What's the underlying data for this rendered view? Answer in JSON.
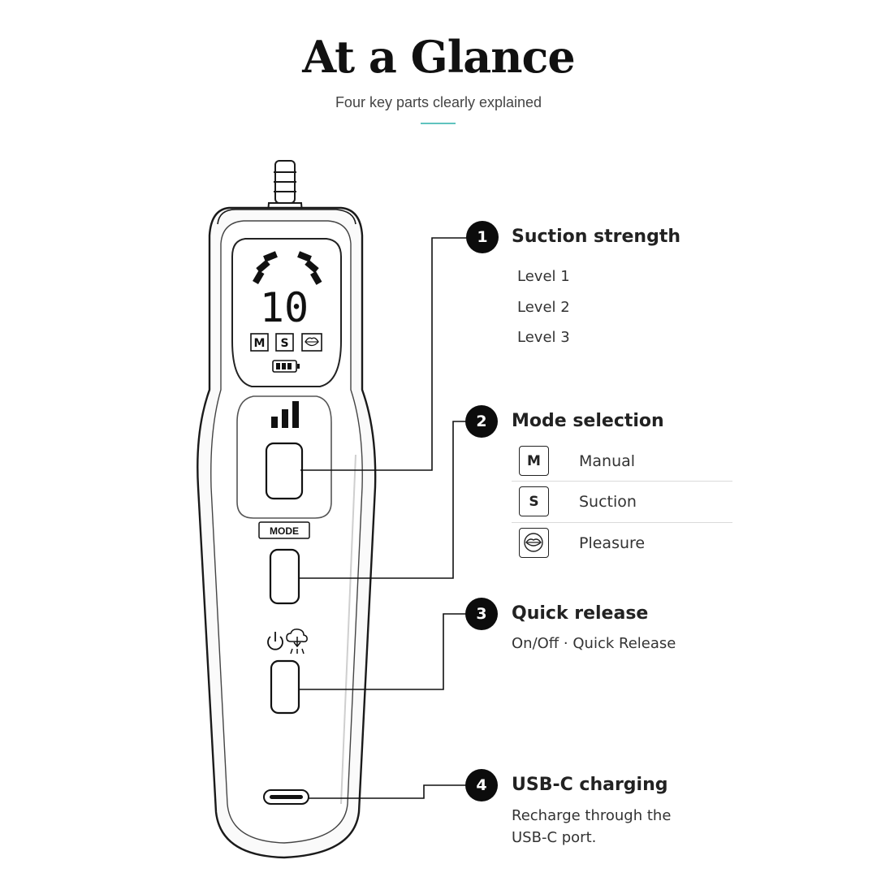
{
  "header": {
    "title": "At a Glance",
    "subtitle": "Four key parts clearly explained",
    "accent_color": "#5fc3bf"
  },
  "device": {
    "display_value": "10",
    "display_modes": [
      "M",
      "S",
      "pleasure-lips-icon"
    ],
    "mode_button_label": "MODE",
    "icons": [
      "signal-bars-icon",
      "battery-icon",
      "power-icon",
      "quick-release-icon",
      "usb-c-port-icon"
    ]
  },
  "callouts": [
    {
      "number": "1",
      "heading": "Suction strength",
      "levels": [
        "Level 1",
        "Level 2",
        "Level 3"
      ]
    },
    {
      "number": "2",
      "heading": "Mode selection",
      "modes": [
        {
          "badge": "M",
          "label": "Manual"
        },
        {
          "badge": "S",
          "label": "Suction"
        },
        {
          "badge": "pleasure-lips-icon",
          "label": "Pleasure"
        }
      ]
    },
    {
      "number": "3",
      "heading": "Quick release",
      "description": "On/Off · Quick Release"
    },
    {
      "number": "4",
      "heading": "USB-C charging",
      "description_lines": [
        "Recharge through the",
        "USB-C port."
      ]
    }
  ]
}
